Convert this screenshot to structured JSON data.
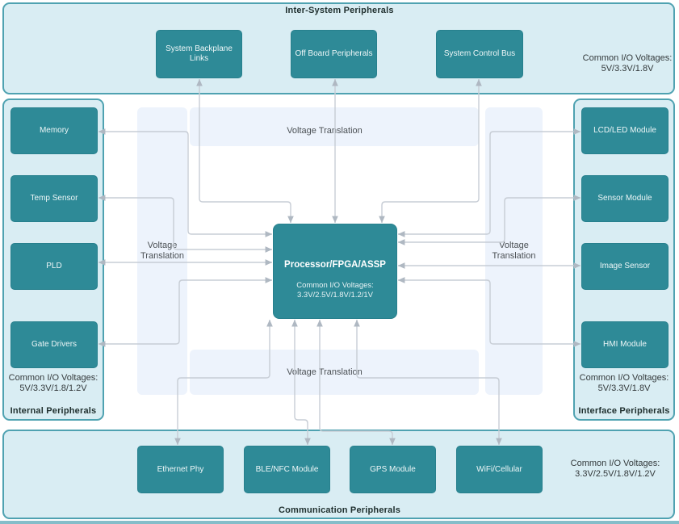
{
  "groups": {
    "top": {
      "title": "Inter-System Peripherals",
      "voltage_note": "Common I/O Voltages:\n5V/3.3V/1.8V",
      "boxes": [
        "System Backplane Links",
        "Off Board Peripherals",
        "System Control Bus"
      ]
    },
    "left": {
      "title": "Internal Peripherals",
      "voltage_note": "Common I/O Voltages:\n5V/3.3V/1.8/1.2V",
      "boxes": [
        "Memory",
        "Temp Sensor",
        "PLD",
        "Gate Drivers"
      ]
    },
    "right": {
      "title": "Interface Peripherals",
      "voltage_note": "Common I/O Voltages:\n5V/3.3V/1.8V",
      "boxes": [
        "LCD/LED Module",
        "Sensor Module",
        "Image Sensor",
        "HMI Module"
      ]
    },
    "bottom": {
      "title": "Communication Peripherals",
      "voltage_note": "Common I/O Voltages:\n3.3V/2.5V/1.8V/1.2V",
      "boxes": [
        "Ethernet Phy",
        "BLE/NFC Module",
        "GPS Module",
        "WiFi/Cellular"
      ]
    }
  },
  "processor": {
    "title": "Processor/FPGA/ASSP",
    "voltage_note": "Common I/O Voltages:\n3.3V/2.5V/1.8V/1.2/1V"
  },
  "labels": {
    "voltage_translation": "Voltage Translation"
  },
  "colors": {
    "node_fill": "#2E8A97",
    "node_border": "#27808D",
    "group_fill": "#D9EDF3",
    "group_border": "#4FA2B1",
    "band_fill": "#EDF3FC",
    "connector": "#C7CDD5",
    "arrowhead": "#AFB8C2",
    "bottom_bar": "#85BDC9"
  }
}
